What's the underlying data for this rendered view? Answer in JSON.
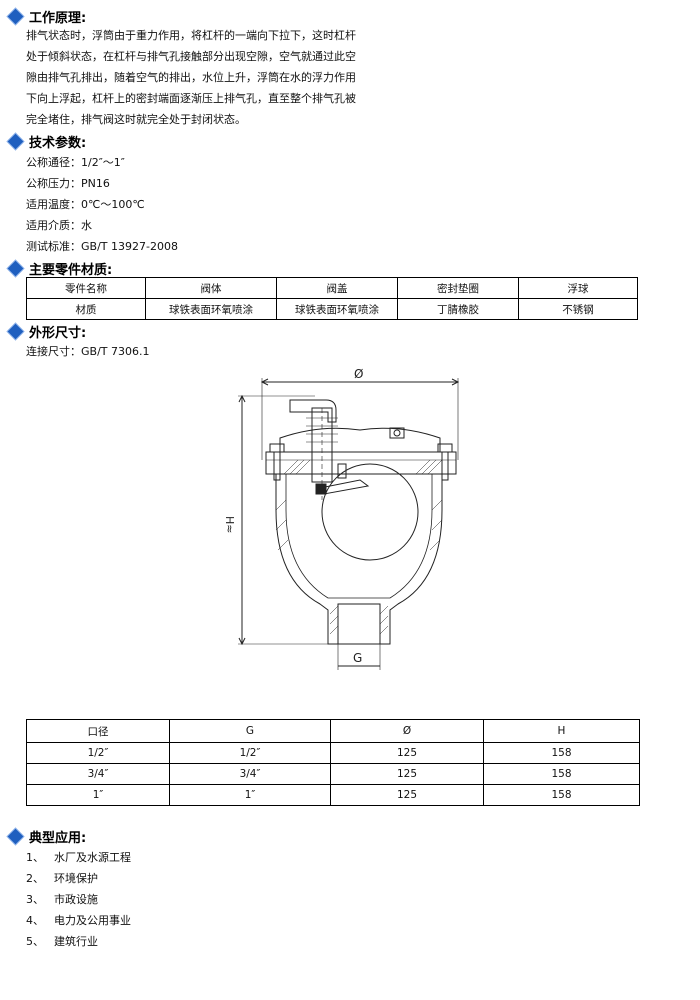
{
  "sections": {
    "principle": {
      "title": "工作原理:",
      "lines": [
        "排气状态时，浮筒由于重力作用，将杠杆的一端向下拉下，这时杠杆",
        "处于倾斜状态，在杠杆与排气孔接触部分出现空隙，空气就通过此空",
        "隙由排气孔排出，随着空气的排出，水位上升，浮筒在水的浮力作用",
        "下向上浮起，杠杆上的密封端面逐渐压上排气孔，直至整个排气孔被",
        "完全堵住，排气阀这时就完全处于封闭状态。"
      ]
    },
    "params": {
      "title": "技术参数:",
      "items": [
        "公称通径：1/2″～1″",
        "公称压力：PN16",
        "适用温度：0℃～100℃",
        "适用介质：水",
        "测试标准：GB/T 13927-2008"
      ]
    },
    "materials": {
      "title": "主要零件材质:",
      "header": [
        "零件名称",
        "阀体",
        "阀盖",
        "密封垫圈",
        "浮球"
      ],
      "row": [
        "材质",
        "球铁表面环氧喷涂",
        "球铁表面环氧喷涂",
        "丁腈橡胶",
        "不锈钢"
      ]
    },
    "dimensions": {
      "title": "外形尺寸:",
      "connection": "连接尺寸：GB/T 7306.1",
      "drawing_labels": {
        "diameter": "Ø",
        "height": "H≈",
        "thread": "G"
      },
      "table_header": [
        "口径",
        "G",
        "Ø",
        "H"
      ],
      "table_rows": [
        [
          "1/2″",
          "1/2″",
          "125",
          "158"
        ],
        [
          "3/4″",
          "3/4″",
          "125",
          "158"
        ],
        [
          "1″",
          "1″",
          "125",
          "158"
        ]
      ]
    },
    "applications": {
      "title": "典型应用:",
      "items": [
        {
          "num": "1、",
          "text": "水厂及水源工程"
        },
        {
          "num": "2、",
          "text": "环境保护"
        },
        {
          "num": "3、",
          "text": "市政设施"
        },
        {
          "num": "4、",
          "text": "电力及公用事业"
        },
        {
          "num": "5、",
          "text": "建筑行业"
        }
      ]
    }
  }
}
